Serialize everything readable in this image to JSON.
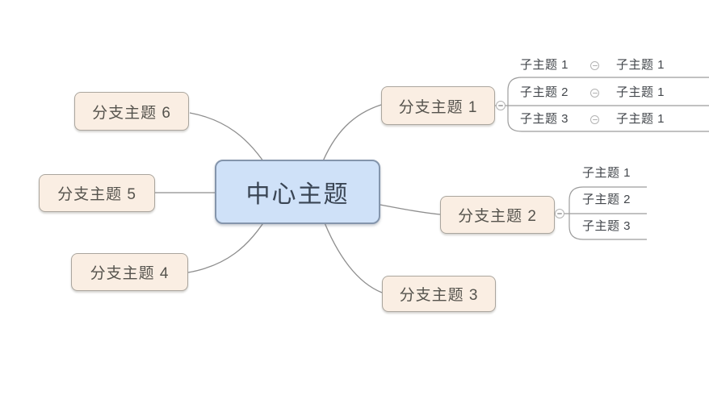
{
  "app": {
    "name": "mind-map-canvas",
    "background": "#ffffff"
  },
  "palette": {
    "central_fill": "#cfe1f8",
    "central_border": "#8495ac",
    "branch_fill": "#faeee3",
    "branch_border": "#aba69e",
    "connector_line": "#8e8e8e",
    "subtree_line": "#9c9c9c",
    "central_text": "#3a4554",
    "branch_text": "#55534d",
    "subtopic_text": "#43474c",
    "collapse_icon": "#b3b3b3"
  },
  "central": {
    "label": "中心主题"
  },
  "branches": [
    {
      "label": "分支主题 1",
      "children": [
        {
          "label": "子主题 1",
          "children": [
            {
              "label": "子主题 1"
            }
          ]
        },
        {
          "label": "子主题 2",
          "children": [
            {
              "label": "子主题 1"
            }
          ]
        },
        {
          "label": "子主题 3",
          "children": [
            {
              "label": "子主题 1"
            }
          ]
        }
      ]
    },
    {
      "label": "分支主题 2",
      "children": [
        {
          "label": "子主题 1"
        },
        {
          "label": "子主题 2"
        },
        {
          "label": "子主题 3"
        }
      ]
    },
    {
      "label": "分支主题 3",
      "children": []
    },
    {
      "label": "分支主题 4",
      "children": []
    },
    {
      "label": "分支主题 5",
      "children": []
    },
    {
      "label": "分支主题 6",
      "children": []
    }
  ],
  "icons": {
    "collapse": "minus-circle"
  }
}
